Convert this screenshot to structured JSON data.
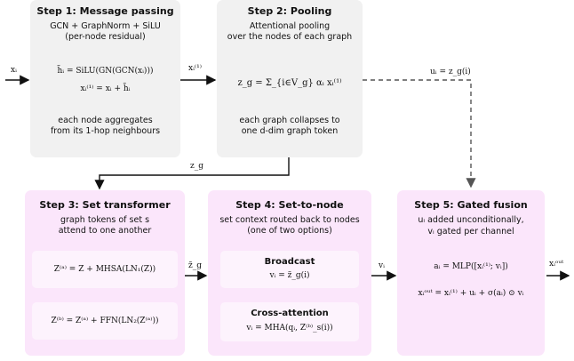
{
  "step1": {
    "title": "Step 1: Message passing",
    "desc": "GCN + GraphNorm + SiLU\n(per-node residual)",
    "eq1": "h̃ᵢ = SiLU(GN(GCN(xᵢ)))",
    "eq2": "xᵢ⁽¹⁾ = xᵢ + h̃ᵢ",
    "note": "each node aggregates\nfrom its 1-hop neighbours"
  },
  "step2": {
    "title": "Step 2: Pooling",
    "desc": "Attentional pooling\nover the nodes of each graph",
    "eq": "z_g = Σ_{i∈V_g} αᵢ xᵢ⁽¹⁾",
    "note": "each graph collapses to\none d-dim graph token"
  },
  "step3": {
    "title": "Step 3: Set transformer",
    "desc": "graph tokens of set s\nattend to one another",
    "eq1": "Z⁽ᵃ⁾ = Z + MHSA(LN₁(Z))",
    "eq2": "Z⁽ᵇ⁾ = Z⁽ᵃ⁾ + FFN(LN₂(Z⁽ᵃ⁾))"
  },
  "step4": {
    "title": "Step 4: Set-to-node",
    "desc": "set context routed back to nodes\n(one of two options)",
    "opt1_title": "Broadcast",
    "opt1_eq": "vᵢ = z̃_g(i)",
    "opt2_title": "Cross-attention",
    "opt2_eq": "vᵢ = MHA(qᵢ, Z⁽ᵇ⁾_s(i))"
  },
  "step5": {
    "title": "Step 5: Gated fusion",
    "desc1": "uᵢ added unconditionally,",
    "desc2": "vᵢ gated per channel",
    "eq1": "aᵢ = MLP([xᵢ⁽¹⁾; vᵢ])",
    "eq2": "xᵢᵒᵘᵗ = xᵢ⁽¹⁾ + uᵢ + σ(aᵢ) ⊙ vᵢ"
  },
  "arrows": {
    "in": "xᵢ",
    "s1_s2": "xᵢ⁽¹⁾",
    "skip": "uᵢ = z_g(i)",
    "s2_s3": "z_g",
    "s3_s4": "z̃_g",
    "s4_s5": "vᵢ",
    "out": "xᵢᵒᵘᵗ"
  }
}
